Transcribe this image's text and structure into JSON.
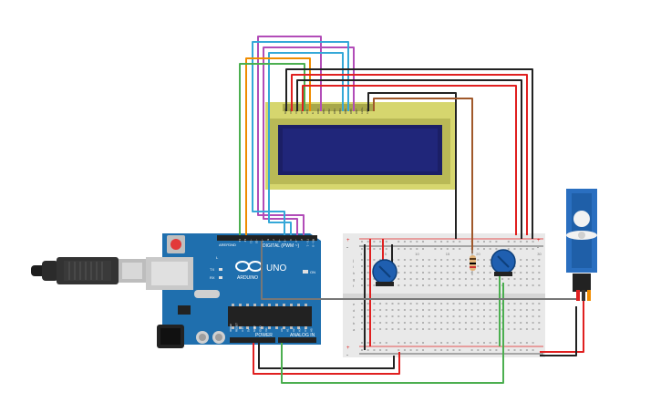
{
  "board": {
    "brand": "ARDUINO",
    "model": "UNO",
    "digital_label": "DIGITAL (PWM ~)",
    "power_label": "POWER",
    "analog_label": "ANALOG IN",
    "aref_label": "AREF",
    "gnd_label": "GND",
    "tx_label": "TX",
    "rx_label": "RX",
    "on_label": "ON",
    "l_label": "L",
    "digital_pins": [
      "13",
      "12",
      "~11",
      "~10",
      "~9",
      "8",
      "7",
      "~6",
      "~5",
      "4",
      "~3",
      "2",
      "TX→1",
      "RX←0"
    ],
    "power_pins": [
      "IOREF",
      "RESET",
      "3.3V",
      "5V",
      "GND",
      "GND",
      "Vin"
    ],
    "analog_pins": [
      "A0",
      "A1",
      "A2",
      "A3",
      "A4",
      "A5"
    ]
  },
  "lcd": {
    "pins": [
      "GND",
      "VCC",
      "V0",
      "RS",
      "RW",
      "E",
      "DB0",
      "DB1",
      "DB2",
      "DB3",
      "DB4",
      "DB5",
      "DB6",
      "DB7",
      "LED+",
      "LED-"
    ]
  },
  "breadboard": {
    "rail_plus": "+",
    "rail_minus": "-",
    "col_numbers": [
      "1",
      "5",
      "10",
      "15",
      "20",
      "25",
      "30"
    ],
    "row_letters_top": [
      "j",
      "i",
      "h",
      "g",
      "f"
    ],
    "row_letters_bottom": [
      "e",
      "d",
      "c",
      "b",
      "a"
    ]
  },
  "colors": {
    "board": "#1f6fae",
    "board_dark": "#195f95",
    "lcd_frame": "#d6d66e",
    "lcd_screen": "#1b1f66",
    "breadboard": "#e9e9e9",
    "potentiometer": "#1f5fb0",
    "servo": "#2a6fc0",
    "wire_red": "#e02020",
    "wire_black": "#222222",
    "wire_green": "#4caf50",
    "wire_orange": "#f08c00",
    "wire_purple": "#b24cb8",
    "wire_cyan": "#35a8d8",
    "wire_brown": "#a0582a",
    "wire_gray": "#777777"
  },
  "icons": [
    "usb-cable-icon",
    "reset-button-icon",
    "arduino-logo-icon",
    "potentiometer-icon",
    "servo-icon",
    "resistor-icon"
  ]
}
